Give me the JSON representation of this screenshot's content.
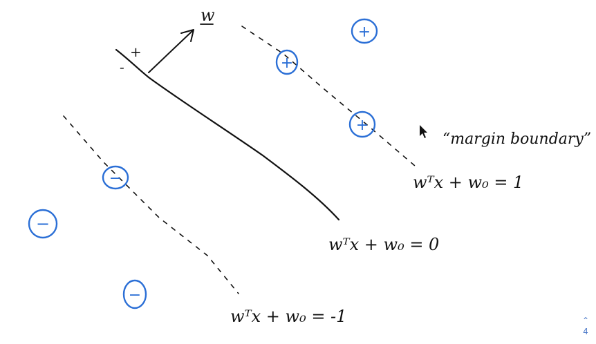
{
  "labels": {
    "w_vector": "w",
    "plus_side": "+",
    "minus_side": "-",
    "margin_note": "“margin boundary”",
    "eq_upper": "wᵀx + w₀ = 1",
    "eq_middle": "wᵀx + w₀ = 0",
    "eq_lower": "wᵀx + w₀ = -1"
  },
  "points": {
    "positive_symbol": "+",
    "negative_symbol": "−"
  },
  "colors": {
    "ink": "#111111",
    "points": "#2b6fd6",
    "nav": "#4a78c8"
  },
  "nav": {
    "up_icon": "chevron-up-icon",
    "page_number": "4"
  }
}
